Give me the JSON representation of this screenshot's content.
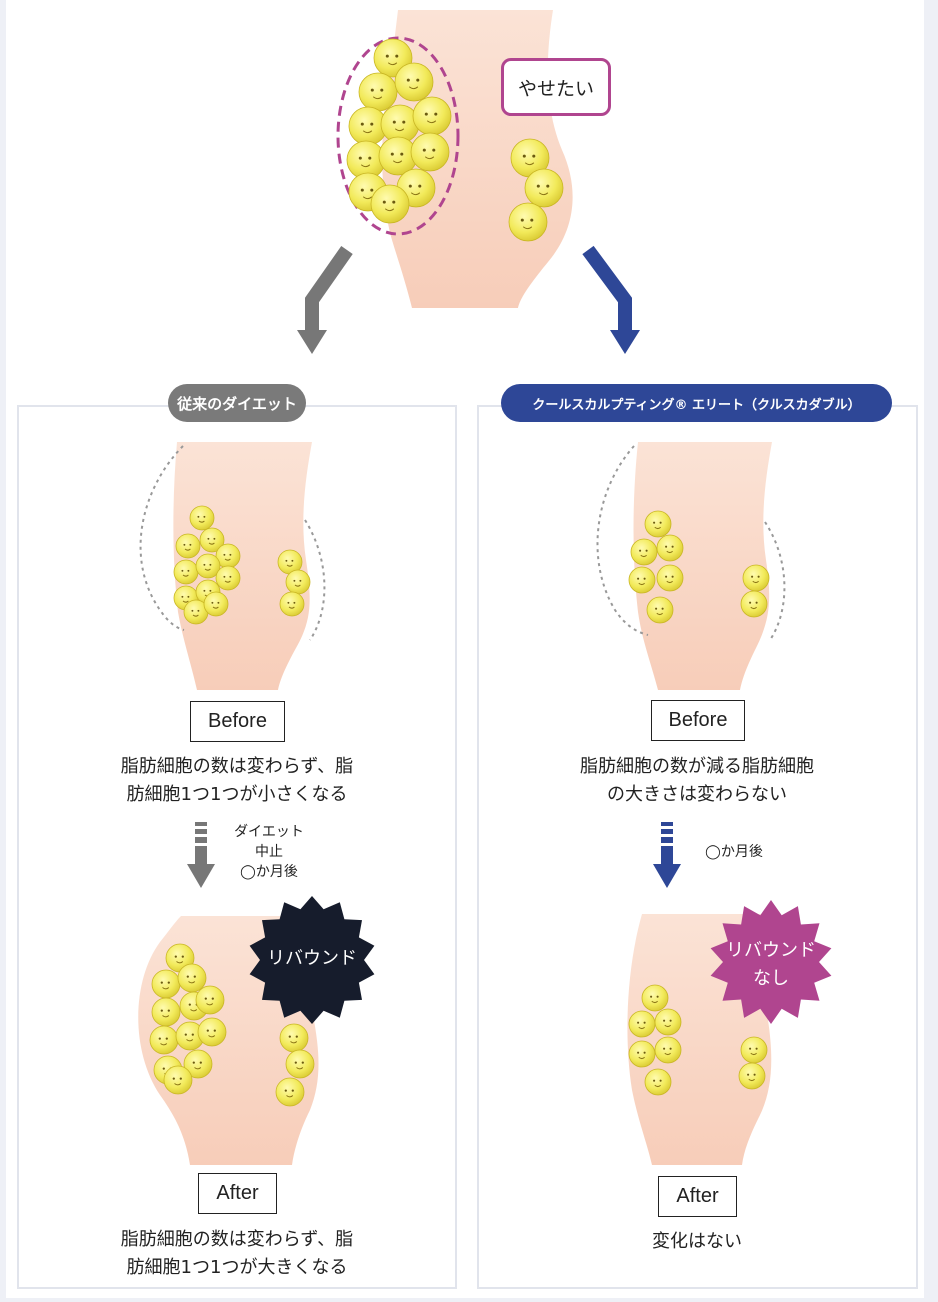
{
  "top": {
    "bubble": "やせたい"
  },
  "left": {
    "pill": "従来のダイエット",
    "before_tag": "Before",
    "before_caption": "脂肪細胞の数は変わらず、脂\n肪細胞1つ1つが小さくなる",
    "note": "ダイエット\n中止\n◯か月後",
    "starburst_text": "リバウンド",
    "after_tag": "After",
    "after_caption": "脂肪細胞の数は変わらず、脂\n肪細胞1つ1つが大きくなる"
  },
  "right": {
    "pill": "クールスカルプティング® エリート（クルスカダブル）",
    "before_tag": "Before",
    "before_caption": "脂肪細胞の数が減る脂肪細胞\nの大きさは変わらない",
    "note": "◯か月後",
    "starburst_text": "リバウンド\nなし",
    "after_tag": "After",
    "after_caption": "変化はない"
  },
  "colors": {
    "skin": "#f8d3c1",
    "fat_cell": "#f2ea5a",
    "gray_arrow": "#777777",
    "blue_arrow": "#2e4797",
    "magenta": "#b0458f",
    "dark_burst": "#161c2c"
  }
}
